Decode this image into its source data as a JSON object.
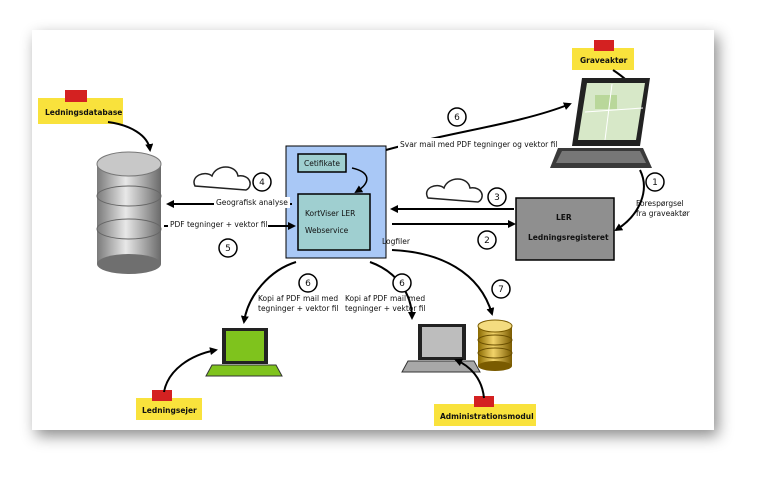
{
  "notes": {
    "ledningsdatabase": "Ledningsdatabase",
    "graveaktor": "Graveaktør",
    "ledningsejer": "Ledningsejer",
    "administrationsmodul": "Administrationsmodul"
  },
  "kortviser": {
    "certifikate": "Cetifikate",
    "line1": "KortViser LER",
    "line2": "Webservice",
    "logfiler": "Logfiler"
  },
  "ler_box": {
    "title": "LER",
    "subtitle": "Ledningsregisteret"
  },
  "labels": {
    "svar_mail": "Svar mail med PDF tegninger og vektor fil",
    "geografisk": "Geografisk analyse",
    "pdf_tegninger": "PDF tegninger + vektor fil",
    "foresporgsel_1": "Forespørgsel",
    "foresporgsel_2": "fra graveaktør",
    "kopi_a_1": "Kopi af PDF mail med",
    "kopi_a_2": "tegninger + vektor fil",
    "kopi_b_1": "Kopi af PDF mail med",
    "kopi_b_2": "tegninger + vektor fil"
  },
  "steps": {
    "n1": "1",
    "n2": "2",
    "n3": "3",
    "n4": "4",
    "n5": "5",
    "n6a": "6",
    "n6b": "6",
    "n6c": "6",
    "n7": "7"
  },
  "colors": {
    "note_yellow": "#f9e23c",
    "pin_red": "#d42121",
    "kortviser_blue": "#a9c8f6",
    "inner_teal": "#9fcfd0",
    "ler_gray": "#8f8f8f",
    "laptop_green": "#7fc31d",
    "laptop_gray": "#a8a8a8"
  }
}
